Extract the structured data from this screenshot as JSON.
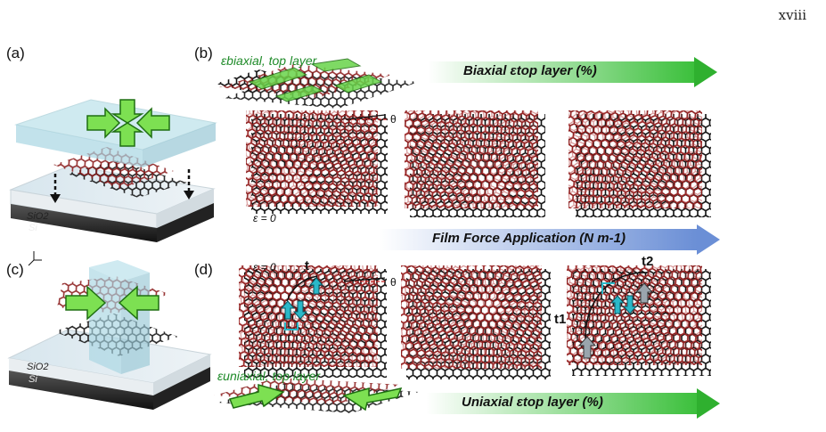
{
  "page_number": "xviii",
  "panels": {
    "a": "(a)",
    "b": "(b)",
    "c": "(c)",
    "d": "(d)"
  },
  "substrate": {
    "oxide": "SiO2",
    "silicon": "Si"
  },
  "panel_b": {
    "strain_label": "εbiaxial, top layer",
    "banner": "Biaxial εtop layer (%)",
    "eps_zero": "ε = 0",
    "theta": "θ"
  },
  "middle_banner": "Film Force Application (N m-1)",
  "panel_d": {
    "eps_zero": "ε = 0",
    "theta": "θ",
    "t": "t",
    "t1": "t1",
    "t2": "t2",
    "strain_label": "εuniaxial, top layer",
    "banner": "Uniaxial εtop layer (%)"
  },
  "colors": {
    "green": "#33b030",
    "green_light": "#8be86a",
    "blue": "#6b8fd6",
    "red_lattice": "#8a1a1a",
    "black_lattice": "#111111",
    "cyan": "#2ab8c8"
  }
}
